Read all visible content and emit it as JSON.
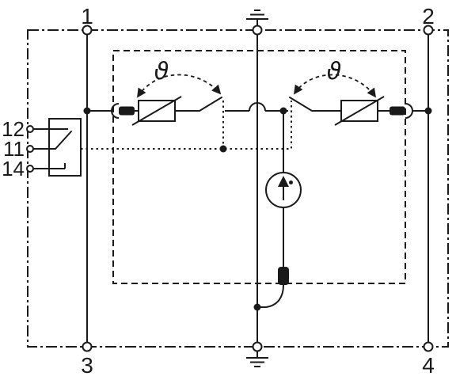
{
  "colors": {
    "line": "#1a1a1a",
    "background": "#ffffff"
  },
  "terminals": {
    "top_left": "1",
    "top_right": "2",
    "bottom_left": "3",
    "bottom_right": "4"
  },
  "remote_signal_contact": {
    "terminal_12": "12",
    "terminal_11": "11",
    "terminal_14": "14"
  },
  "thermal_symbols": {
    "left": "ϑ",
    "right": "ϑ"
  }
}
